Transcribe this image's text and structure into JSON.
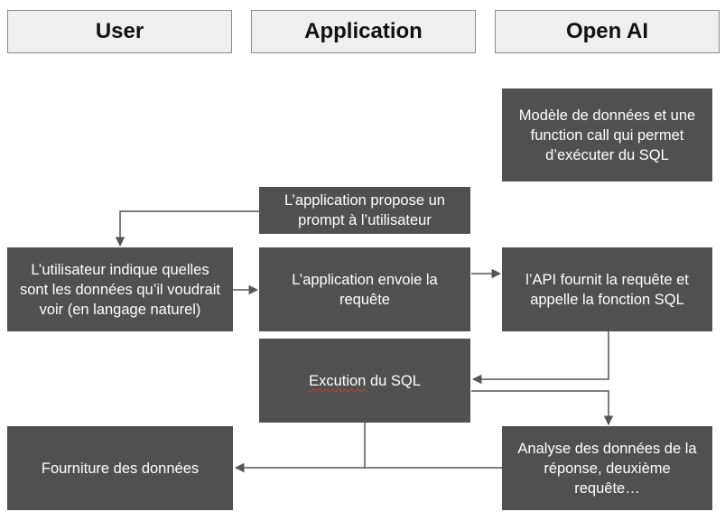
{
  "headers": {
    "user": "User",
    "application": "Application",
    "openai": "Open AI"
  },
  "boxes": {
    "data_model": "Modèle de données et une function call qui permet d’exécuter du SQL",
    "app_prompt": "L’application propose un prompt à l’utilisateur",
    "user_request": "L’utilisateur indique quelles sont les données qu’il voudrait voir (en langage naturel)",
    "app_send": "L’application envoie la requête",
    "api_response": "l’API fournit la requête et appelle la fonction SQL",
    "sql_exec_misspelled": "Excution",
    "sql_exec_rest": " du SQL",
    "data_supply": "Fourniture des données",
    "analysis": "Analyse des données de la réponse, deuxième requête…"
  },
  "colors": {
    "box_fill": "#505050",
    "header_fill": "#efefef",
    "arrow": "#555555",
    "spellcheck": "#d23b3b"
  }
}
